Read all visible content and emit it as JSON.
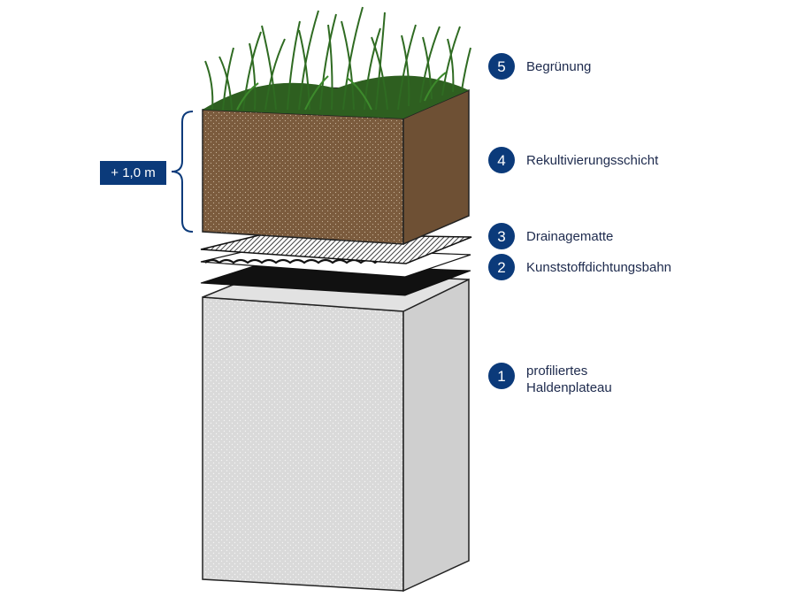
{
  "thickness": "+ 1,0 m",
  "layers": [
    {
      "number": "5",
      "label": "Begrünung"
    },
    {
      "number": "4",
      "label": "Rekultivierungsschicht"
    },
    {
      "number": "3",
      "label": "Drainagematte"
    },
    {
      "number": "2",
      "label": "Kunststoffdichtungsbahn"
    },
    {
      "number": "1",
      "label": "profiliertes\nHaldenplateau"
    }
  ],
  "colors": {
    "badge": "#0b3a7a",
    "soil": "#7a5a3c",
    "grass": "#2f6b22",
    "rock": "#dadada",
    "membrane": "#111111"
  }
}
